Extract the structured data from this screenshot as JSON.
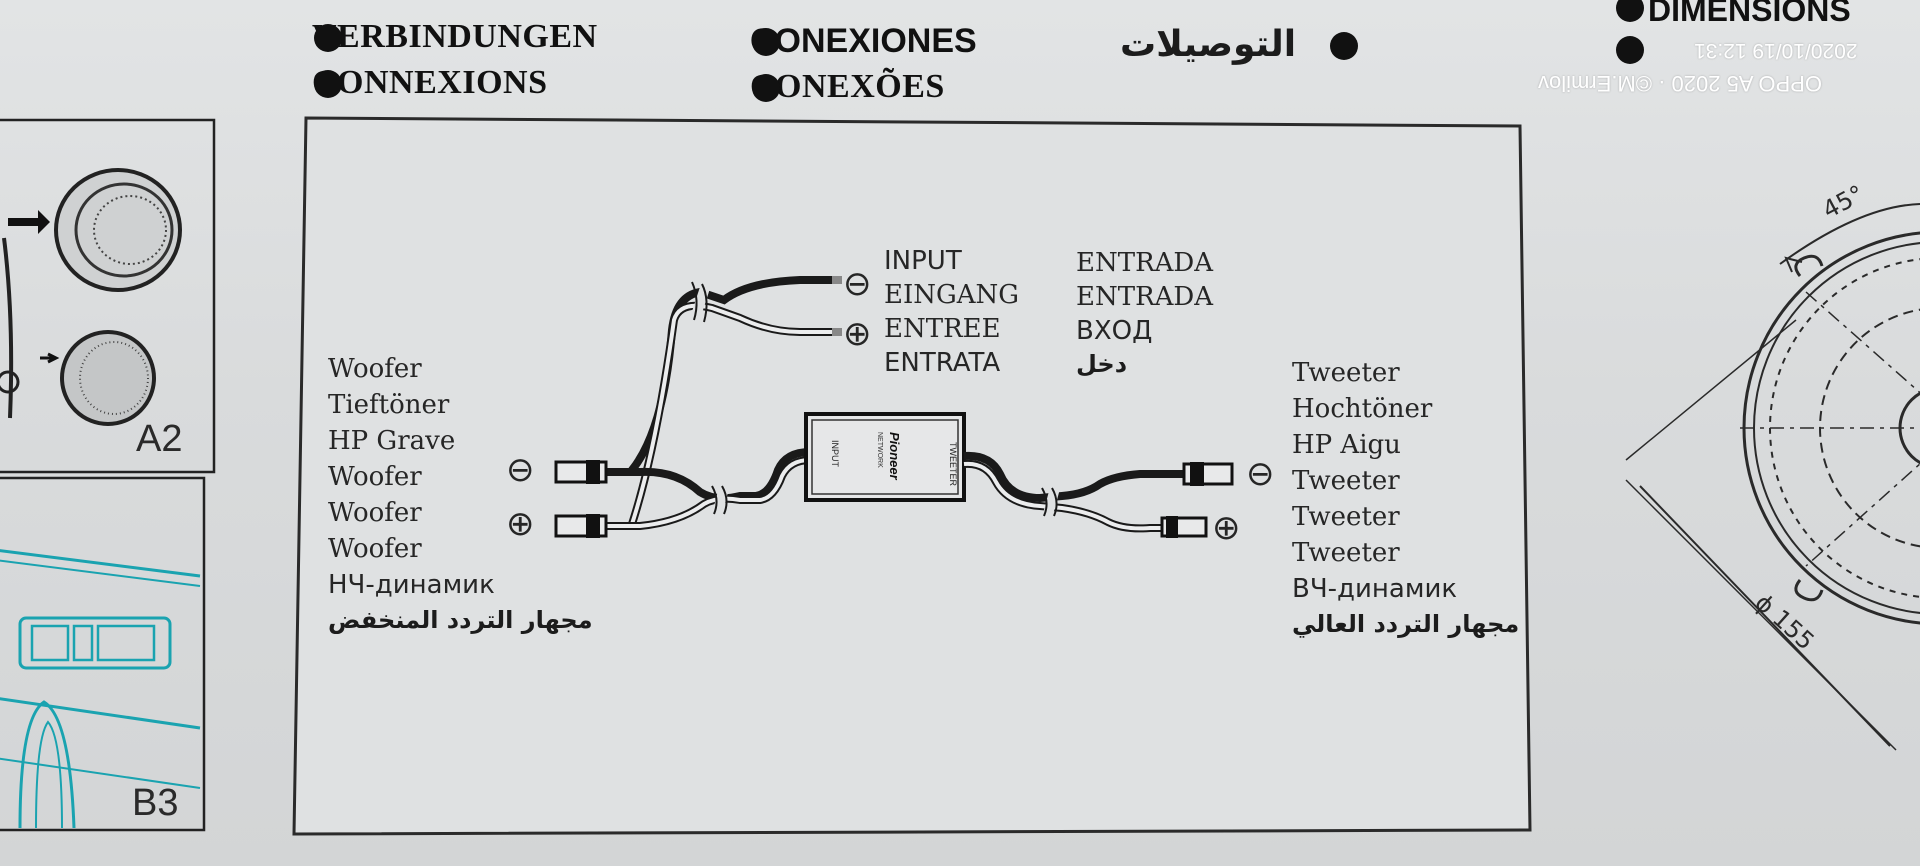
{
  "headers": {
    "col1": [
      "VERBINDUNGEN",
      "CONNEXIONS"
    ],
    "col2": [
      "CONEXIONES",
      "CONEXÕES"
    ],
    "col3": "التوصيلات",
    "col4": "DIMENSIONS"
  },
  "input_labels": {
    "col1": [
      "INPUT",
      "EINGANG",
      "ENTREE",
      "ENTRATA"
    ],
    "col2": [
      "ENTRADA",
      "ENTRADA",
      "ВХОД",
      "دخل"
    ]
  },
  "woofer_labels": [
    "Woofer",
    "Tieftöner",
    "HP Grave",
    "Woofer",
    "Woofer",
    "Woofer",
    "НЧ-динамик",
    "مجهار التردد المنخفض"
  ],
  "tweeter_labels": [
    "Tweeter",
    "Hochtöner",
    "HP Aigu",
    "Tweeter",
    "Tweeter",
    "Tweeter",
    "ВЧ-динамик",
    "مجهار التردد العالي"
  ],
  "polarity": {
    "minus": "⊖",
    "plus": "⊕"
  },
  "crossover_brand": "Pioneer",
  "panel_labels": [
    "A2",
    "B3"
  ],
  "dimensions": {
    "angle": "45°",
    "diameter": "ϕ 155"
  },
  "watermark": "OPPO A5 2020 · ©M.Ermilov",
  "watermark_time": "2020/10/19 12:31",
  "colors": {
    "teal": "#1aa3b0",
    "ink": "#1a1a1a",
    "paper": "#dcdedf"
  }
}
